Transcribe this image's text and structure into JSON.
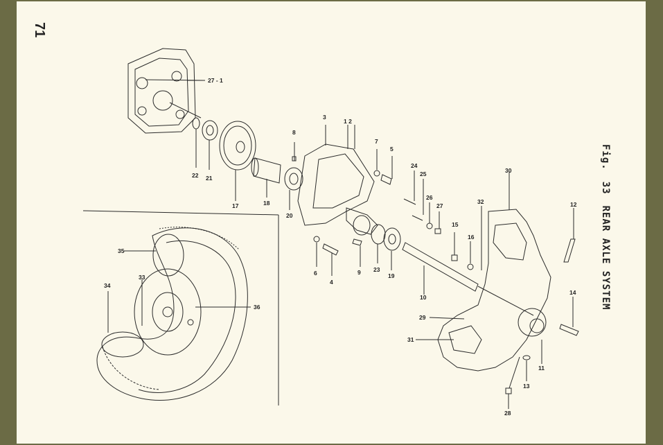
{
  "page": {
    "number": "71",
    "fig_label": "Fig.",
    "fig_number": "33",
    "title": "REAR AXLE SYSTEM"
  },
  "callouts": [
    {
      "id": "c27_1",
      "text": "27 - 1"
    },
    {
      "id": "c22",
      "text": "22"
    },
    {
      "id": "c21",
      "text": "21"
    },
    {
      "id": "c17",
      "text": "17"
    },
    {
      "id": "c18",
      "text": "18"
    },
    {
      "id": "c20",
      "text": "20"
    },
    {
      "id": "c8",
      "text": "8"
    },
    {
      "id": "c3",
      "text": "3"
    },
    {
      "id": "c1_2",
      "text": "1  2"
    },
    {
      "id": "c7",
      "text": "7"
    },
    {
      "id": "c5",
      "text": "5"
    },
    {
      "id": "c24",
      "text": "24"
    },
    {
      "id": "c25",
      "text": "25"
    },
    {
      "id": "c26",
      "text": "26"
    },
    {
      "id": "c27",
      "text": "27"
    },
    {
      "id": "c30",
      "text": "30"
    },
    {
      "id": "c32",
      "text": "32"
    },
    {
      "id": "c12",
      "text": "12"
    },
    {
      "id": "c15",
      "text": "15"
    },
    {
      "id": "c16",
      "text": "16"
    },
    {
      "id": "c6",
      "text": "6"
    },
    {
      "id": "c4",
      "text": "4"
    },
    {
      "id": "c9",
      "text": "9"
    },
    {
      "id": "c23",
      "text": "23"
    },
    {
      "id": "c19",
      "text": "19"
    },
    {
      "id": "c10",
      "text": "10"
    },
    {
      "id": "c14",
      "text": "14"
    },
    {
      "id": "c29",
      "text": "29"
    },
    {
      "id": "c31",
      "text": "31"
    },
    {
      "id": "c11",
      "text": "11"
    },
    {
      "id": "c13",
      "text": "13"
    },
    {
      "id": "c28",
      "text": "28"
    },
    {
      "id": "c35",
      "text": "35"
    },
    {
      "id": "c34",
      "text": "34"
    },
    {
      "id": "c33",
      "text": "33"
    },
    {
      "id": "c36",
      "text": "36"
    }
  ]
}
